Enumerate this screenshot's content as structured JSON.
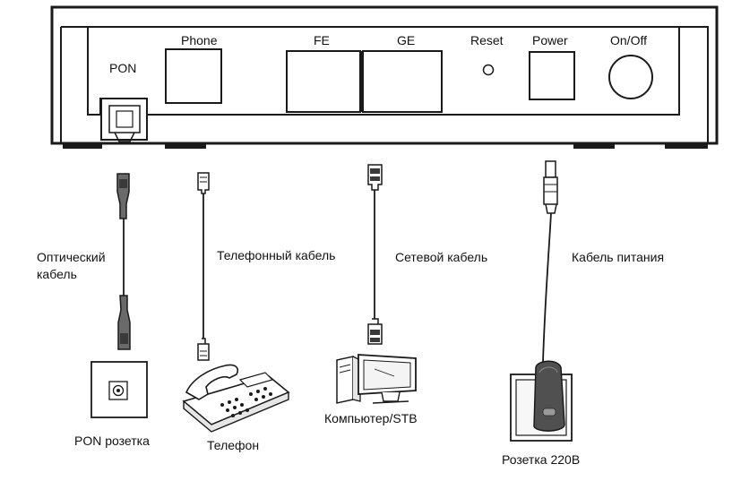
{
  "panel": {
    "ports": {
      "pon": "PON",
      "phone": "Phone",
      "fe": "FE",
      "ge": "GE",
      "reset": "Reset",
      "power": "Power",
      "onoff": "On/Off"
    }
  },
  "cables": {
    "optical_line1": "Оптический",
    "optical_line2": "кабель",
    "phone": "Телефонный кабель",
    "network": "Сетевой кабель",
    "power": "Кабель питания"
  },
  "devices": {
    "pon_socket": "PON розетка",
    "telephone": "Телефон",
    "computer": "Компьютер/STB",
    "outlet": "Розетка 220В"
  }
}
